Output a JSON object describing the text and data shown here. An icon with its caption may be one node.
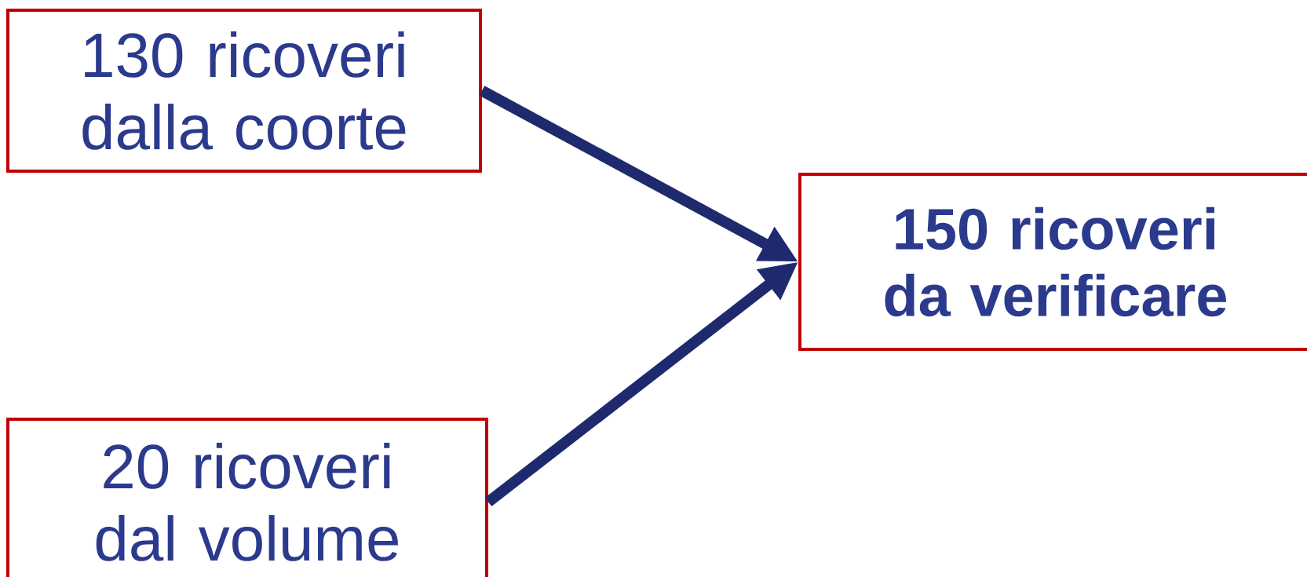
{
  "diagram": {
    "nodes": [
      {
        "text": [
          "130 ricoveri dalla coorte"
        ]
      },
      {
        "text": [
          "20 ricoveri dal volume"
        ]
      },
      {
        "text": [
          "150 ricoveri da verificare"
        ]
      }
    ],
    "edges": [
      {
        "from": 0,
        "to": 2,
        "arrow": "to"
      },
      {
        "from": 1,
        "to": 2,
        "arrow": "to"
      }
    ]
  }
}
